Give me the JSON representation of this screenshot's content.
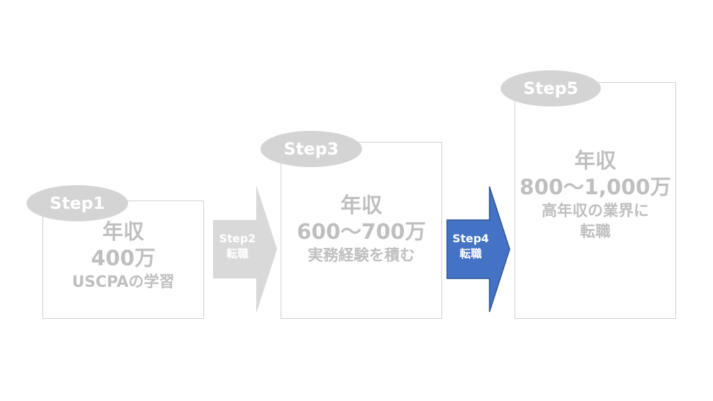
{
  "colors": {
    "inactive_text": "#bfbfbf",
    "pill_fill": "#d4d4d4",
    "arrow_inactive": "#d9d9d9",
    "arrow_active": "#4472c4",
    "arrow_active_border": "#2f5597"
  },
  "steps": [
    {
      "step": "Step1",
      "lines": [
        "年収",
        "400万",
        "USCPAの学習"
      ]
    },
    {
      "step": "Step2",
      "label_lines": [
        "Step2",
        "転職"
      ],
      "active": false
    },
    {
      "step": "Step3",
      "lines": [
        "年収",
        "600～700万",
        "実務経験を積む"
      ]
    },
    {
      "step": "Step4",
      "label_lines": [
        "Step4",
        "転職"
      ],
      "active": true
    },
    {
      "step": "Step5",
      "lines": [
        "年収",
        "800～1,000万",
        "高年収の業界に",
        "転職"
      ]
    }
  ]
}
